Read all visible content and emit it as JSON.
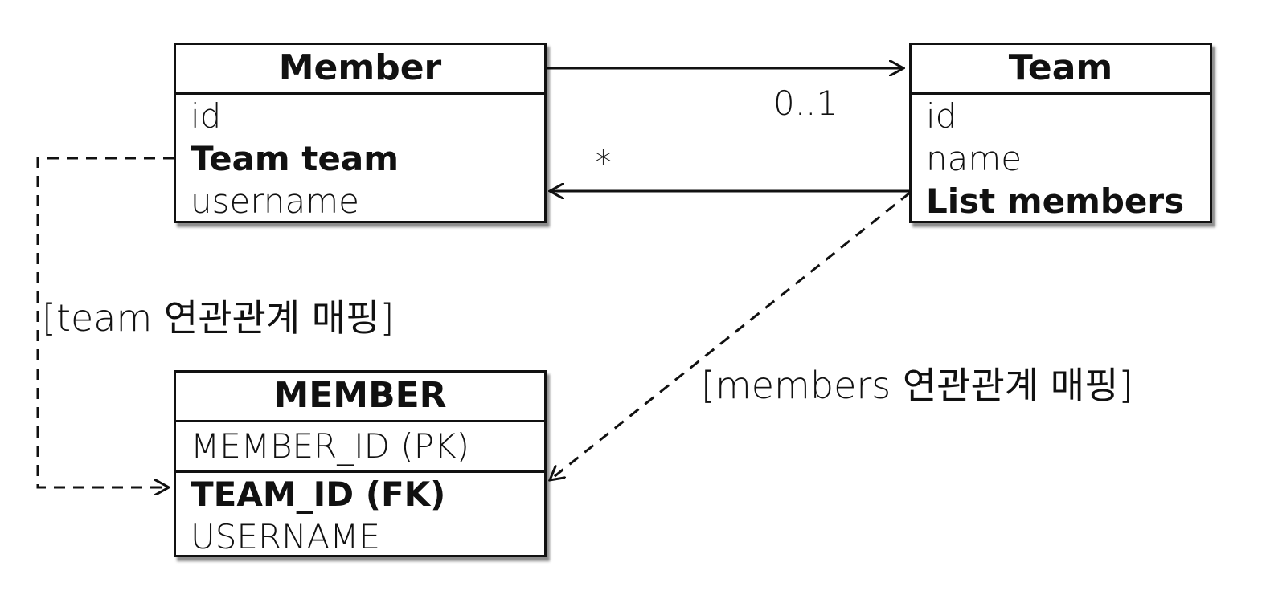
{
  "member_class": {
    "title": "Member",
    "fields": [
      "id",
      "Team team",
      "username"
    ]
  },
  "team_class": {
    "title": "Team",
    "fields": [
      "id",
      "name",
      "List members"
    ]
  },
  "member_table": {
    "title": "MEMBER",
    "columns": [
      "MEMBER_ID (PK)",
      "TEAM_ID (FK)",
      "USERNAME"
    ]
  },
  "multiplicity": {
    "to_team": "0..1",
    "to_member": "*"
  },
  "mapping_labels": {
    "team": "[team 연관관계 매핑]",
    "members": "[members 연관관계 매핑]"
  }
}
